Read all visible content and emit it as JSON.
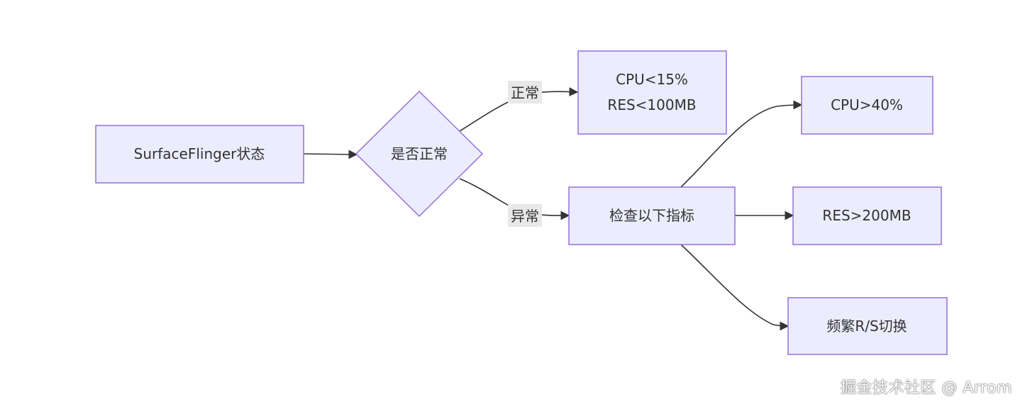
{
  "nodes": {
    "start": "SurfaceFlinger状态",
    "decision": "是否正常",
    "normal_line1": "CPU<15%",
    "normal_line2": "RES<100MB",
    "check": "检查以下指标",
    "cpu": "CPU>40%",
    "res": "RES>200MB",
    "switch": "频繁R/S切换"
  },
  "edge_labels": {
    "normal": "正常",
    "abnormal": "异常"
  },
  "watermark": "掘金技术社区 @ Arrom",
  "colors": {
    "node_fill": "#ececff",
    "node_stroke": "#9370db",
    "edge": "#333333",
    "label_bg": "#e8e8e8"
  }
}
